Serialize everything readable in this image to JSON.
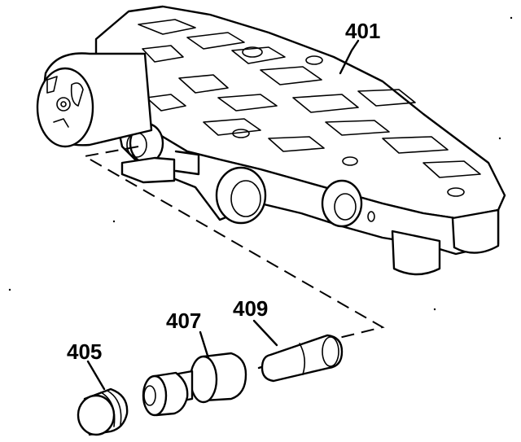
{
  "callouts": [
    {
      "id": "valve-body",
      "label": "401"
    },
    {
      "id": "plug",
      "label": "405"
    },
    {
      "id": "valve",
      "label": "407"
    },
    {
      "id": "spring",
      "label": "409"
    }
  ],
  "colors": {
    "ink": "#000000",
    "paper": "#ffffff"
  }
}
